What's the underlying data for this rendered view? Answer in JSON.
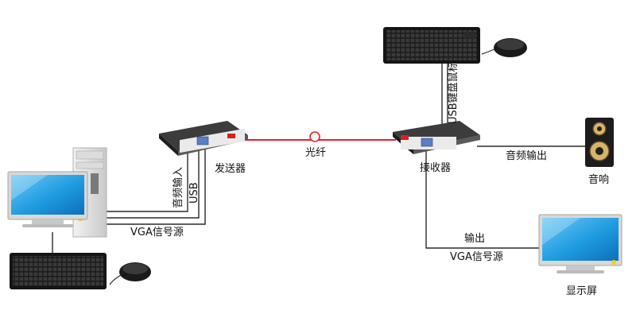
{
  "labels": {
    "transmitter": "发送器",
    "receiver": "接收器",
    "fiber": "光纤",
    "vga_source_left": "VGA信号源",
    "audio_input": "音频输入",
    "usb_left": "USB",
    "usb_kbd_mouse": "USB键盘鼠标",
    "audio_output": "音频输出",
    "speaker": "音响",
    "output": "输出",
    "vga_source_right": "VGA信号源",
    "display": "显示屏"
  },
  "colors": {
    "fiber": "#e8232a",
    "cable": "#2b2b2b",
    "device_body": "#2a2a2a",
    "screen": "#1e9be0"
  }
}
